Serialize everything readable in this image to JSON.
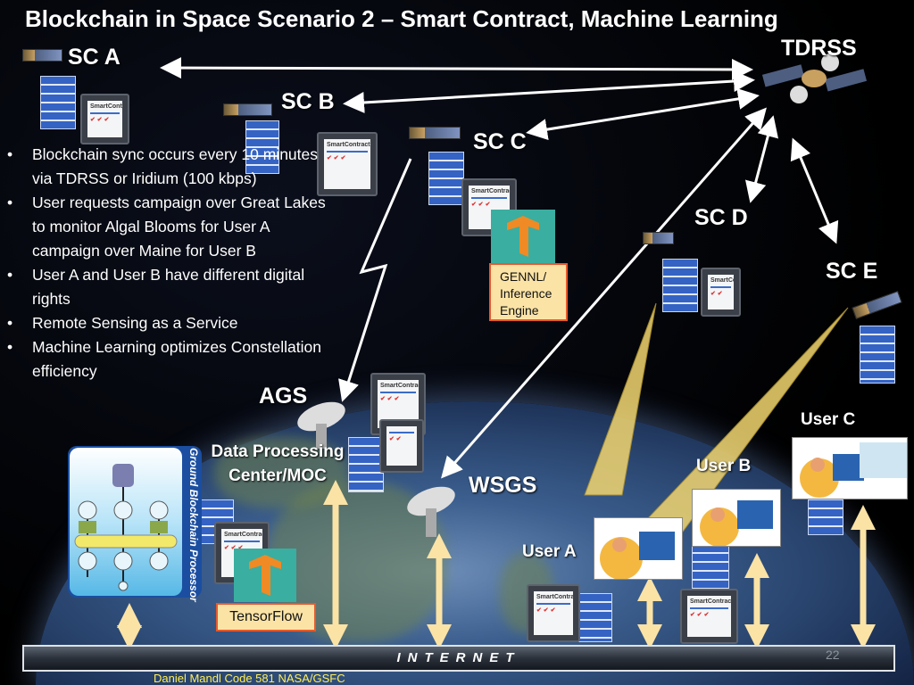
{
  "title": "Blockchain in Space Scenario 2 – Smart Contract, Machine Learning",
  "spacecraft": {
    "sc_a": "SC A",
    "sc_b": "SC B",
    "sc_c": "SC C",
    "sc_d": "SC D",
    "sc_e": "SC E",
    "tdrss": "TDRSS"
  },
  "bullets": [
    "Blockchain sync occurs every 10 minutes via TDRSS or Iridium (100 kbps)",
    "User requests campaign over Great Lakes to monitor Algal Blooms for User A campaign over Maine for User B",
    "User A and User B have different digital rights",
    "Remote Sensing as a Service",
    "Machine Learning optimizes Constellation efficiency"
  ],
  "smart_contract_label": "SmartContract",
  "gennl_label": "GENNL/ Inference Engine",
  "ground": {
    "ags": "AGS",
    "wsgs": "WSGS",
    "dpc": "Data Processing Center/MOC",
    "gbp": "Ground Blockchain Processor",
    "tensorflow": "TensorFlow"
  },
  "users": {
    "a": "User A",
    "b": "User B",
    "c": "User C"
  },
  "internet": "INTERNET",
  "page_number": "22",
  "footer": "Daniel Mandl Code 581 NASA/GSFC"
}
